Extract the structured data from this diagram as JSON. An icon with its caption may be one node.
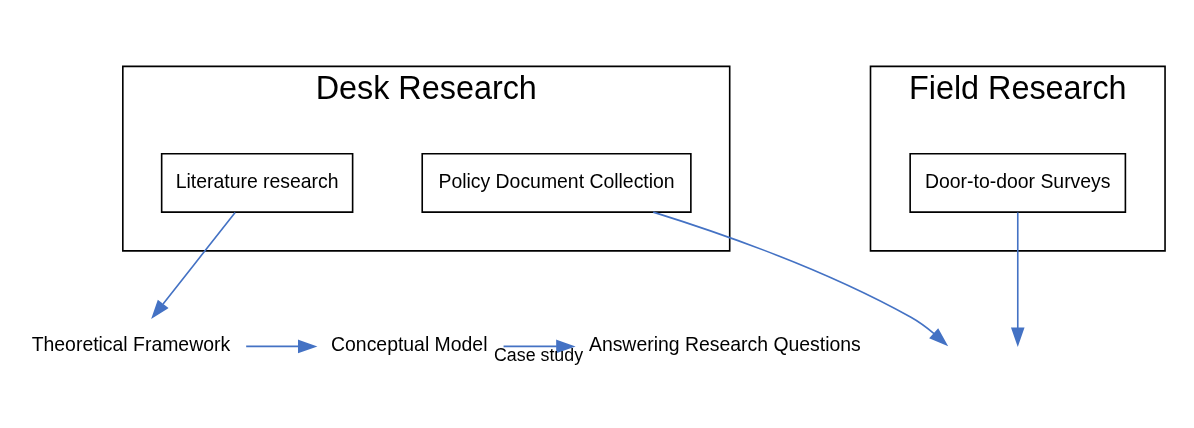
{
  "diagram": {
    "nodes": [
      {
        "text": [
          "Desk Research"
        ]
      },
      {
        "text": [
          "Literature research"
        ],
        "in": 0
      },
      {
        "text": [
          "Policy Document Collection"
        ],
        "in": 0
      },
      {
        "text": [
          "Field Research"
        ]
      },
      {
        "text": [
          "Door-to-door Surveys"
        ],
        "in": 3
      },
      {
        "text": [
          "Theoretical Framework"
        ]
      },
      {
        "text": [
          "Conceptual Model"
        ]
      },
      {
        "text": [
          "Answering Research Questions"
        ]
      }
    ],
    "edges": [
      {
        "from": 1,
        "to": 5,
        "arrow": "to"
      },
      {
        "from": 5,
        "to": 6,
        "arrow": "to"
      },
      {
        "from": 6,
        "to": 7,
        "arrow": "to",
        "label": "Case study"
      },
      {
        "from": 2,
        "to": null,
        "arrow": "to"
      },
      {
        "from": 4,
        "to": null,
        "arrow": "to"
      }
    ]
  }
}
